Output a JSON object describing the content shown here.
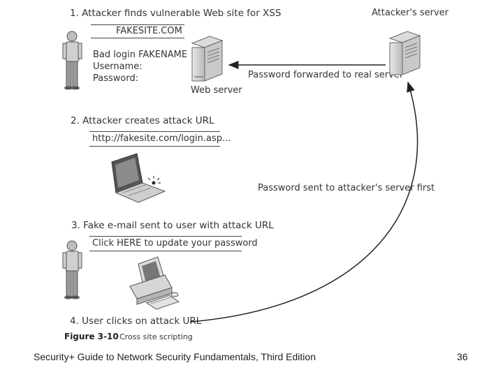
{
  "steps": {
    "step1": "1. Attacker finds vulnerable Web site for XSS",
    "step2": "2. Attacker creates attack URL",
    "step3": "3. Fake e-mail sent to user with attack URL",
    "step4": "4. User clicks on attack URL"
  },
  "site_box": "FAKESITE.COM",
  "login_lines": [
    "Bad login FAKENAME",
    "Username:",
    "Password:"
  ],
  "url_box": "http://fakesite.com/login.asp...",
  "email_box": "Click HERE to update your password",
  "labels": {
    "web_server": "Web server",
    "attackers_server": "Attacker's server",
    "forwarded": "Password forwarded to real server",
    "sent_first": "Password sent to attacker's server first"
  },
  "caption": {
    "figure": "Figure 3-10",
    "title": "Cross site scripting"
  },
  "footer": {
    "book": "Security+ Guide to Network Security Fundamentals, Third Edition",
    "page": "36"
  }
}
